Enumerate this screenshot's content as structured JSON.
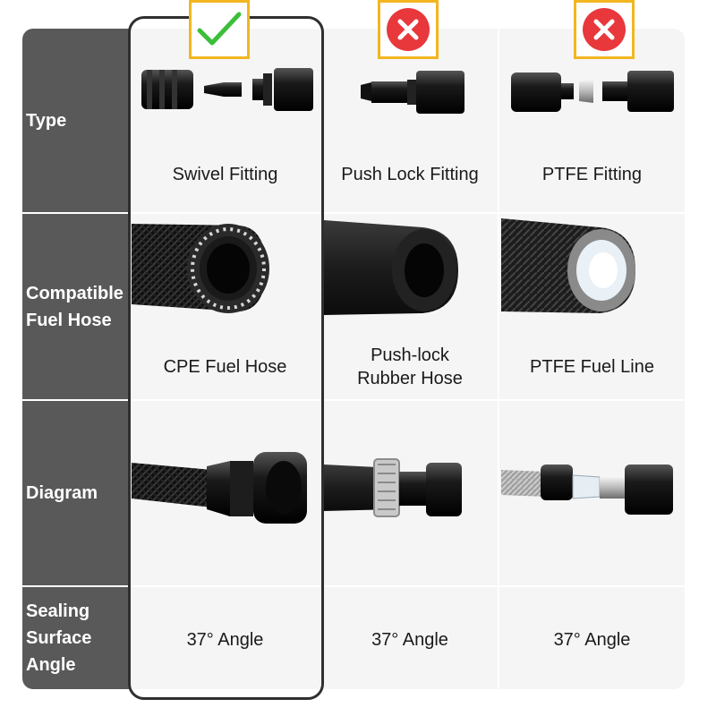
{
  "row_headers": {
    "type": "Type",
    "hose": "Compatible\nFuel Hose",
    "diagram": "Diagram",
    "angle": "Sealing\nSurface\nAngle"
  },
  "columns": [
    {
      "status": "check",
      "fitting": "Swivel Fitting",
      "hose": "CPE Fuel Hose",
      "angle": "37° Angle"
    },
    {
      "status": "cross",
      "fitting": "Push Lock Fitting",
      "hose": "Push-lock\nRubber Hose",
      "angle": "37° Angle"
    },
    {
      "status": "cross",
      "fitting": "PTFE Fitting",
      "hose": "PTFE Fuel Line",
      "angle": "37° Angle"
    }
  ],
  "colors": {
    "check": "#3bbf3a",
    "cross": "#e8383b",
    "mark_border": "#f2b620",
    "header_bg": "#595959",
    "cell_bg": "#f5f5f5"
  },
  "icons": [
    "check-mark-icon",
    "cross-mark-icon"
  ]
}
